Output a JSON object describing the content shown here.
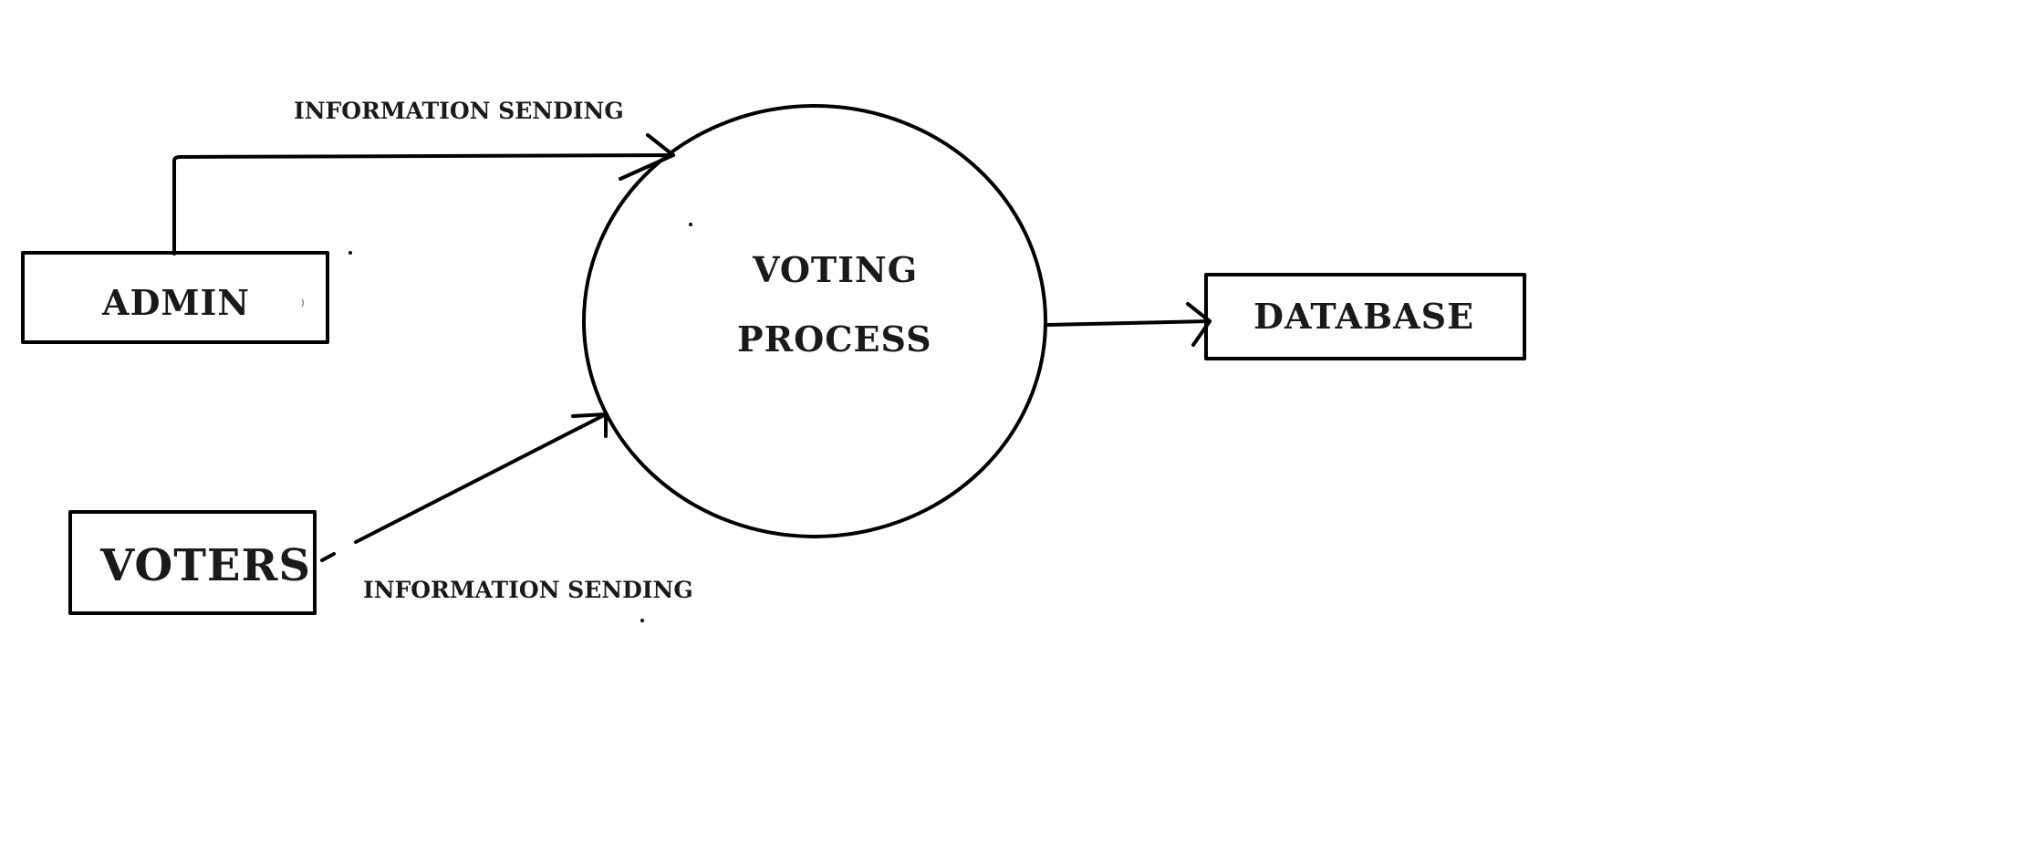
{
  "diagram": {
    "process": {
      "line1": "VOTING",
      "line2": "PROCESS"
    },
    "entities": {
      "admin": "ADMIN",
      "voters": "VOTERS",
      "database": "DATABASE"
    },
    "flows": {
      "admin_to_process": "INFORMATION SENDING",
      "voters_to_process": "INFORMATION SENDING"
    }
  }
}
